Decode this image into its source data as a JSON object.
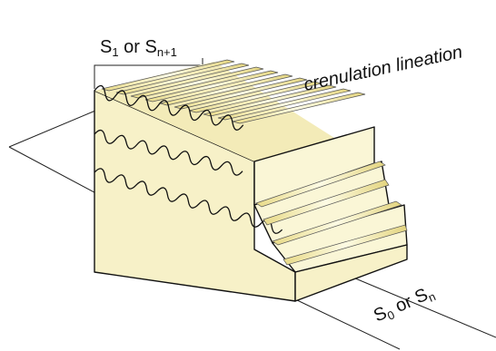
{
  "labels": {
    "s1": {
      "main": "S",
      "sub1": "1",
      "mid": " or S",
      "sub2": "n+1"
    },
    "crenulation": "crenulation lineation",
    "s0": {
      "main": "S",
      "sub1": "0",
      "mid": " or S",
      "sub2": "n"
    }
  },
  "colors": {
    "block_face": "#f7f1c8",
    "ridge_dark": "#e9dc8c",
    "ridge_light": "#fdfbe6",
    "outline": "#111111",
    "plane_line": "#222222"
  }
}
